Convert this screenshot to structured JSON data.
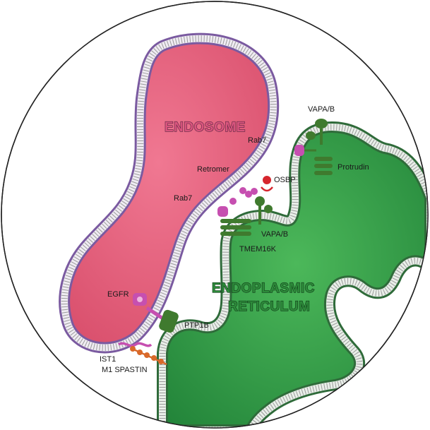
{
  "compartments": {
    "endosome": "ENDOSOME",
    "er_line1": "ENDOPLASMIC",
    "er_line2": "RETICULUM"
  },
  "proteins": {
    "vapab_top": "VAPA/B",
    "rab7_top": "Rab7",
    "protrudin": "Protrudin",
    "retromer": "Retromer",
    "osbp": "OSBP",
    "rab7_mid": "Rab7",
    "vapab_mid": "VAPA/B",
    "tmem16k": "TMEM16K",
    "egfr": "EGFR",
    "ptp1b": "PTP1B",
    "ist1": "IST1",
    "m1_spastin": "M1 SPASTIN"
  },
  "colors": {
    "endosome_fill": "#e8647f",
    "endosome_membrane": "#7a5aa0",
    "er_fill": "#3aa34a",
    "er_membrane": "#2f6b3a",
    "tether_green": "#3f7a2e",
    "rab_magenta": "#c64fb0",
    "osbp_red": "#d6262e",
    "spastin_orange": "#d9692a"
  }
}
